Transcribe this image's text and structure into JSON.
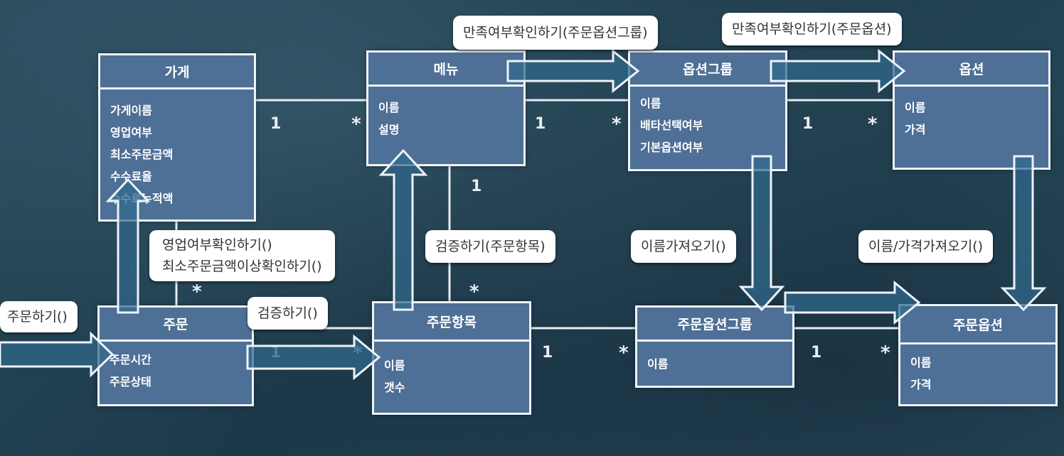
{
  "classes": {
    "store": {
      "title": "가게",
      "attrs": [
        "가게이름",
        "영업여부",
        "최소주문금액",
        "수수료율",
        "수수료누적액"
      ]
    },
    "menu": {
      "title": "메뉴",
      "attrs": [
        "이름",
        "설명"
      ]
    },
    "option_group": {
      "title": "옵션그룹",
      "attrs": [
        "이름",
        "배타선택여부",
        "기본옵션여부"
      ]
    },
    "option": {
      "title": "옵션",
      "attrs": [
        "이름",
        "가격"
      ]
    },
    "order": {
      "title": "주문",
      "attrs": [
        "주문시간",
        "주문상태"
      ]
    },
    "order_item": {
      "title": "주문항목",
      "attrs": [
        "이름",
        "갯수"
      ]
    },
    "order_option_group": {
      "title": "주문옵션그룹",
      "attrs": [
        "이름"
      ]
    },
    "order_option": {
      "title": "주문옵션",
      "attrs": [
        "이름",
        "가격"
      ]
    }
  },
  "messages": {
    "check_satisfy_group": "만족여부확인하기(주문옵션그룹)",
    "check_satisfy_option": "만족여부확인하기(주문옵션)",
    "check_open_line1": "영업여부확인하기()",
    "check_open_line2": "최소주문금액이상확인하기()",
    "validate_item": "검증하기(주문항목)",
    "get_name": "이름가져오기()",
    "get_name_price": "이름/가격가져오기()",
    "place_order": "주문하기()",
    "validate": "검증하기()"
  },
  "multiplicity": {
    "store_menu_one": "1",
    "store_menu_many": "*",
    "menu_group_one": "1",
    "menu_group_many": "*",
    "group_option_one": "1",
    "group_option_many": "*",
    "menu_item_one": "1",
    "menu_item_many": "*",
    "store_order_many": "*",
    "order_item_one": "1",
    "order_item_many": "*",
    "item_ogroup_one": "1",
    "item_ogroup_many": "*",
    "ogroup_ooption_one": "1",
    "ogroup_ooption_many": "*"
  }
}
